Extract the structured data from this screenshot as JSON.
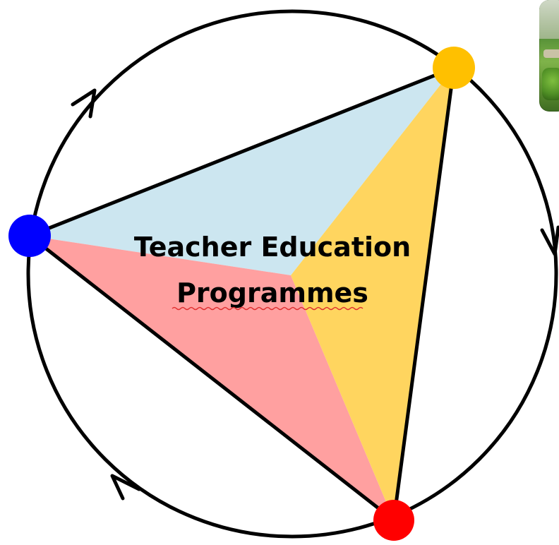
{
  "diagram": {
    "title_line1": "Teacher Education",
    "title_line2": "Programmes",
    "colors": {
      "circle_stroke": "#000000",
      "region_top": "#CCE6F0",
      "region_bottom_left": "#FFA0A0",
      "region_right": "#FFD55F",
      "node_left": "#0000FF",
      "node_top_right": "#FFC000",
      "node_bottom": "#FF0000"
    },
    "nodes": [
      {
        "name": "node-left",
        "color_key": "node_left"
      },
      {
        "name": "node-top-right",
        "color_key": "node_top_right"
      },
      {
        "name": "node-bottom",
        "color_key": "node_bottom"
      }
    ],
    "flow_direction": "clockwise"
  },
  "thumbnail": {
    "description_icon": "photo-thumbnail-icon"
  }
}
